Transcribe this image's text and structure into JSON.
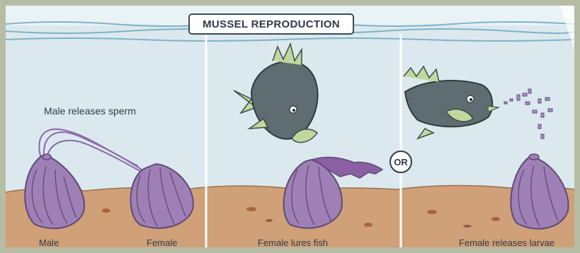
{
  "title": "MUSSEL REPRODUCTION",
  "panel1": {
    "caption": "Male releases sperm",
    "label_left": "Male",
    "label_right": "Female"
  },
  "panel2": {
    "label": "Female lures fish"
  },
  "separator": "OR",
  "panel3": {
    "label": "Female releases larvae"
  },
  "colors": {
    "frame": "#b7bca4",
    "water": "#dbe9ef",
    "sediment": "#d0a079",
    "mussel": "#9f80b6",
    "fish": "#5f6c71",
    "fin": "#c1d79f"
  }
}
